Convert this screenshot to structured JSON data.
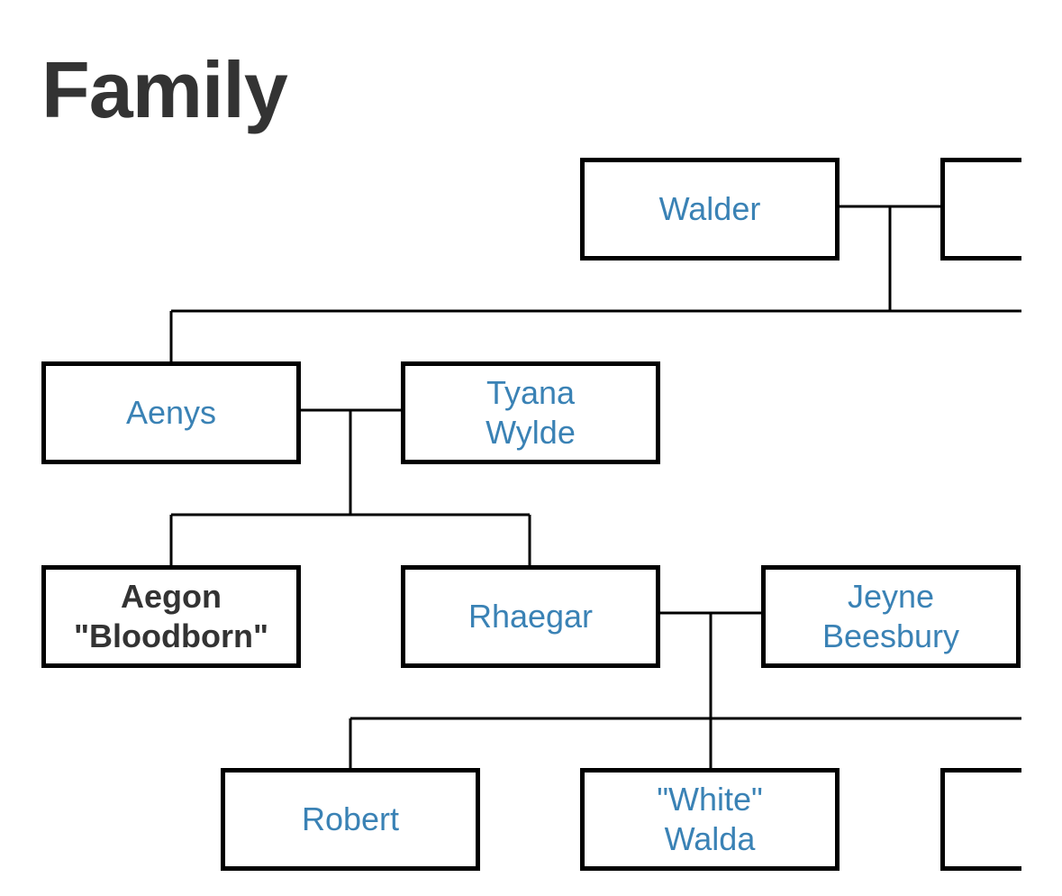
{
  "page": {
    "title": "Family"
  },
  "colors": {
    "link": "#3a82b5",
    "current": "#333333",
    "border": "#000000"
  },
  "tree": {
    "walder": {
      "lines": [
        "Walder"
      ]
    },
    "walder_spouse": {
      "lines": []
    },
    "aenys": {
      "lines": [
        "Aenys"
      ]
    },
    "tyana": {
      "lines": [
        "Tyana",
        "Wylde"
      ]
    },
    "aegon": {
      "lines": [
        "Aegon",
        "\"Bloodborn\""
      ]
    },
    "rhaegar": {
      "lines": [
        "Rhaegar"
      ]
    },
    "jeyne": {
      "lines": [
        "Jeyne",
        "Beesbury"
      ]
    },
    "robert": {
      "lines": [
        "Robert"
      ]
    },
    "walda": {
      "lines": [
        "\"White\"",
        "Walda"
      ]
    },
    "unnamed_child": {
      "lines": []
    }
  }
}
